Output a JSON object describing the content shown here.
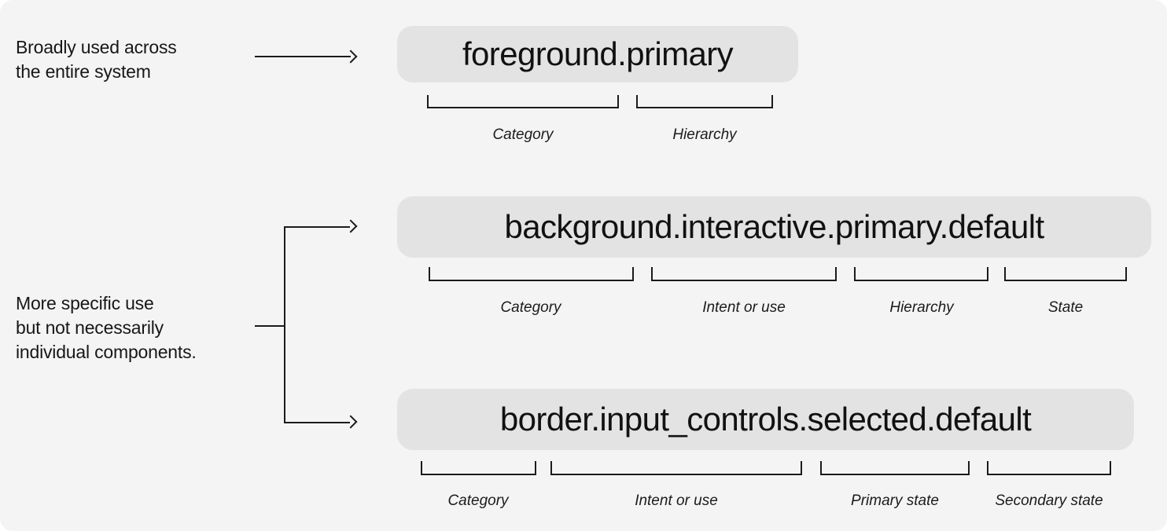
{
  "diagram": {
    "colors": {
      "canvas_bg": "#f4f4f4",
      "pill_bg": "#e3e3e3",
      "text": "#171717",
      "line": "#1b1b1b"
    },
    "annotations": [
      {
        "lines": [
          "Broadly used across",
          "the entire system"
        ]
      },
      {
        "lines": [
          "More specific use",
          "but not necessarily",
          "individual components."
        ]
      }
    ],
    "tokens": [
      {
        "name": "foreground.primary",
        "parts": [
          {
            "label": "Category"
          },
          {
            "label": "Hierarchy"
          }
        ]
      },
      {
        "name": "background.interactive.primary.default",
        "parts": [
          {
            "label": "Category"
          },
          {
            "label": "Intent or use"
          },
          {
            "label": "Hierarchy"
          },
          {
            "label": "State"
          }
        ]
      },
      {
        "name": "border.input_controls.selected.default",
        "parts": [
          {
            "label": "Category"
          },
          {
            "label": "Intent or use"
          },
          {
            "label": "Primary state"
          },
          {
            "label": "Secondary state"
          }
        ]
      }
    ]
  }
}
